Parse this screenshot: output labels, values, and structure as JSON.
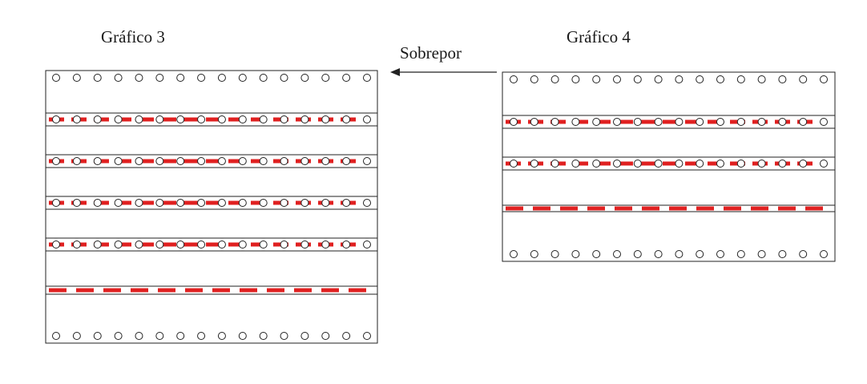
{
  "chart3": {
    "title": "Gráfico 3"
  },
  "chart4": {
    "title": "Gráfico 4"
  },
  "arrow": {
    "label": "Sobrepor",
    "direction": "left"
  },
  "colors": {
    "dash": "#e02020",
    "frame": "#222222",
    "circle_stroke": "#222222",
    "circle_fill": "#ffffff"
  },
  "icons": {
    "circle": "circle-marker",
    "dash": "red-dash-line"
  }
}
